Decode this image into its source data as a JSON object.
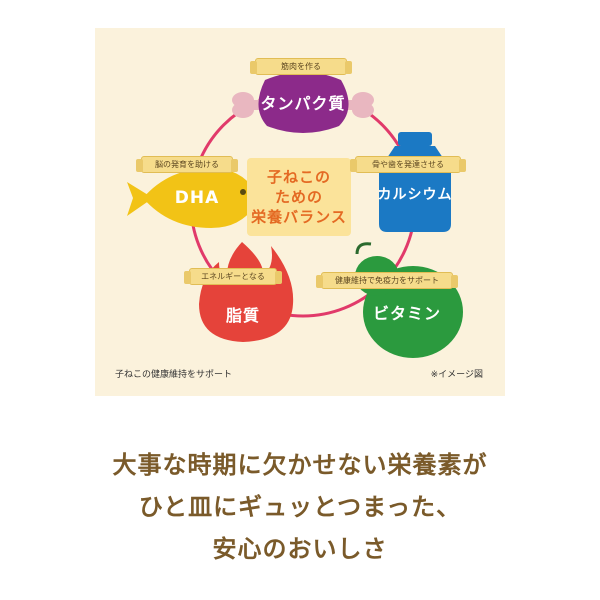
{
  "diagram": {
    "center_lines": [
      "子ねこの",
      "ための",
      "栄養バランス"
    ],
    "nutrients": [
      {
        "name": "タンパク質",
        "tag": "筋肉を作る",
        "color": "#8c2a8a",
        "icon": "meat-icon"
      },
      {
        "name": "カルシウム",
        "tag": "骨や歯を発達させる",
        "color": "#1b79c4",
        "icon": "milk-bottle-icon"
      },
      {
        "name": "ビタミン",
        "tag": "健康維持で免疫力をサポート",
        "color": "#2b9a3e",
        "icon": "leaf-icon"
      },
      {
        "name": "脂質",
        "tag": "エネルギーとなる",
        "color": "#e5433a",
        "icon": "flame-icon"
      },
      {
        "name": "DHA",
        "tag": "脳の発育を助ける",
        "color": "#f2c316",
        "icon": "fish-icon"
      }
    ],
    "ring_color": "#e13a6a",
    "footnote_left": "子ねこの健康維持をサポート",
    "footnote_right": "※イメージ図"
  },
  "tagline": {
    "lines": [
      "大事な時期に欠かせない栄養素が",
      "ひと皿にギュッとつまった、",
      "安心のおいしさ"
    ],
    "color": "#7a5a2a"
  }
}
